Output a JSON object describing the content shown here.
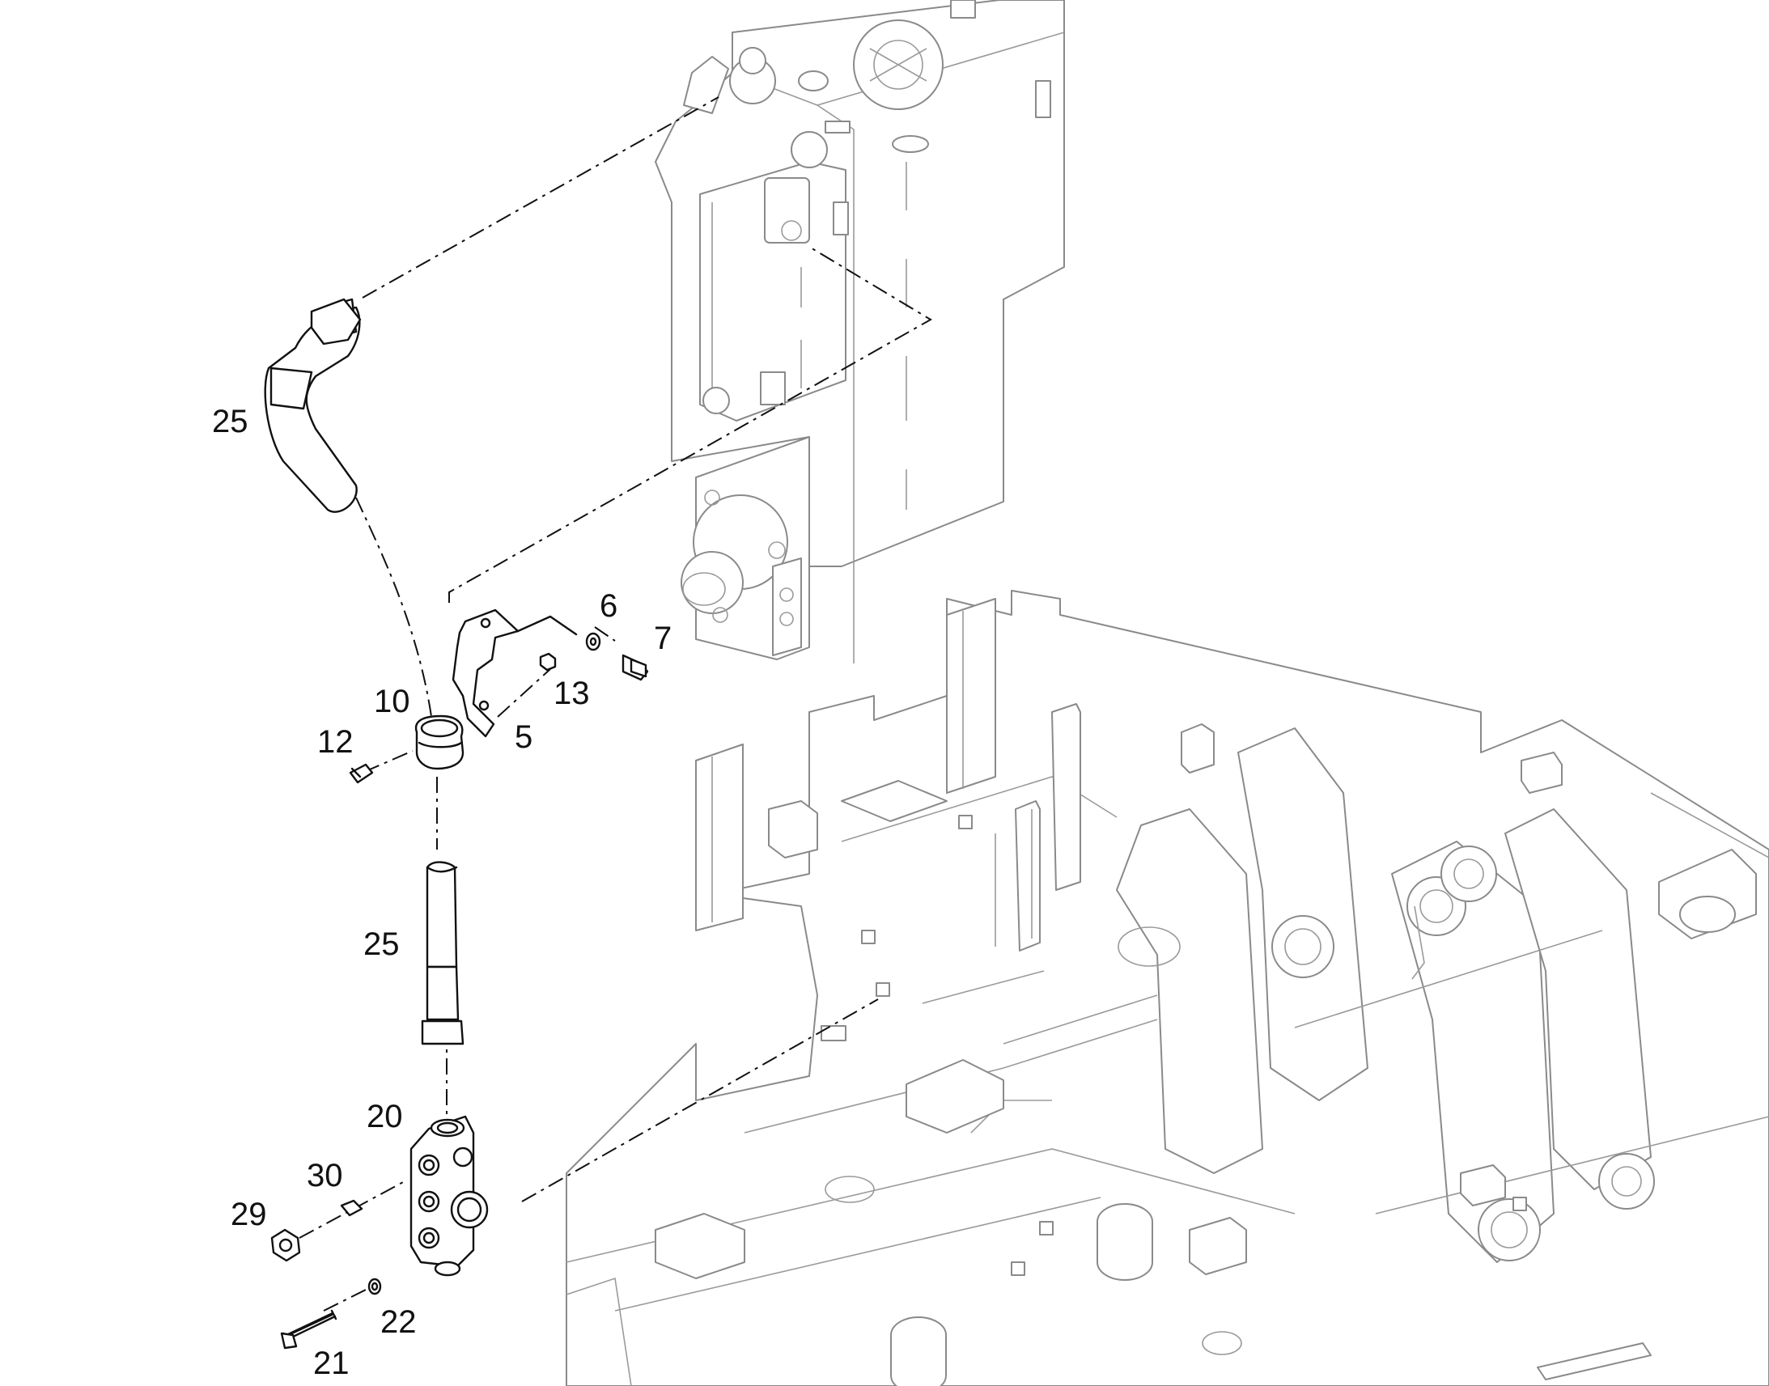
{
  "diagram": {
    "callouts": {
      "c25a": "25",
      "c6": "6",
      "c7": "7",
      "c10": "10",
      "c13": "13",
      "c12": "12",
      "c5": "5",
      "c25b": "25",
      "c20": "20",
      "c30": "30",
      "c29": "29",
      "c22": "22",
      "c21": "21"
    }
  }
}
